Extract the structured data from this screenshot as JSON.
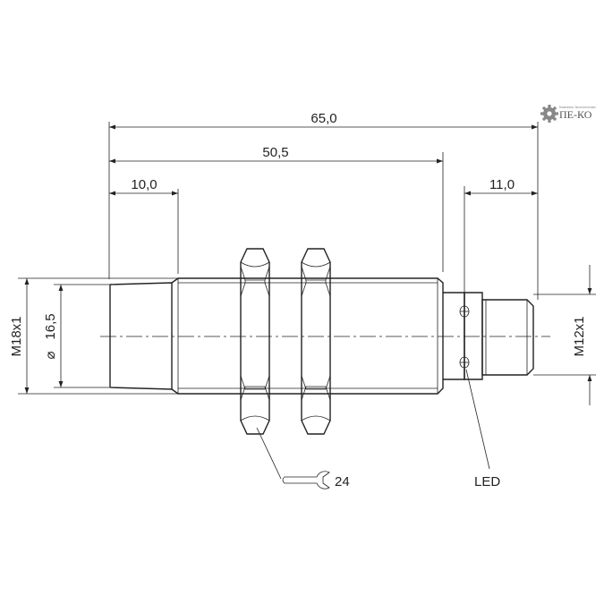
{
  "dimensions": {
    "total_length": "65,0",
    "thread_length": "50,5",
    "face_length": "10,0",
    "connector_length": "11,0",
    "thread_main": "M18x1",
    "face_diameter": "16,5",
    "diameter_symbol": "⌀",
    "thread_connector": "M12x1",
    "wrench_size": "24"
  },
  "callouts": {
    "led": "LED"
  },
  "logo": {
    "text": "ПЕ-КО",
    "tagline": "Компания Экологических"
  },
  "colors": {
    "line": "#222222",
    "background": "#ffffff",
    "logo": "#777777"
  }
}
